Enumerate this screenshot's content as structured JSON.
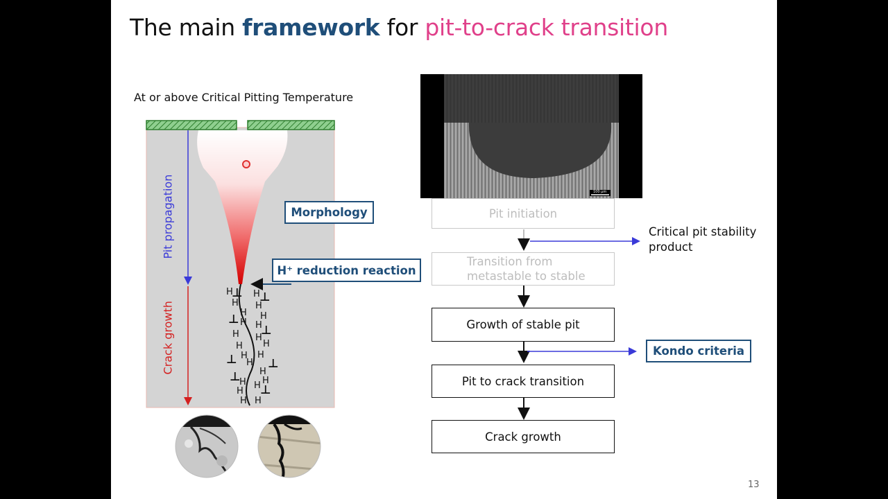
{
  "title": {
    "part1": "The main ",
    "part2": "framework",
    "part3": " for ",
    "part4": "pit-to-crack transition"
  },
  "subtitle": "At or above Critical Pitting Temperature",
  "diagram": {
    "pit_propagation_label": "Pit propagation",
    "crack_growth_label": "Crack growth",
    "morphology_label": "Morphology",
    "h_reduction_label": "H⁺ reduction reaction",
    "hydrogen_symbol": "H",
    "dislocation_symbol": "⊥"
  },
  "micrograph": {
    "scale_bar": "100 µm"
  },
  "flowchart": {
    "steps": [
      "Pit initiation",
      "Transition from\nmetastable to stable",
      "Growth of stable pit",
      "Pit to crack transition",
      "Crack growth"
    ],
    "critical_product": "Critical pit stability product",
    "kondo": "Kondo criteria"
  },
  "page_number": "13",
  "colors": {
    "title_highlight": "#1f4e79",
    "title_accent": "#e0408a",
    "pit_arrow": "#3a3ad8",
    "crack_arrow": "#d42020",
    "tag_border": "#1f4e79",
    "mask_green": "#3c8f3c"
  }
}
